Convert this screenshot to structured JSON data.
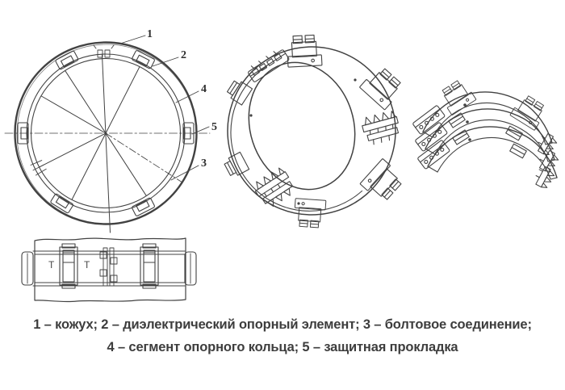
{
  "caption": {
    "line1": "1 – кожух; 2 – диэлектрический опорный элемент; 3 – болтовое соединение;",
    "line2": "4 – сегмент опорного кольца; 5 – защитная прокладка"
  },
  "front_view": {
    "callout_1": "1",
    "callout_2": "2",
    "callout_3": "3",
    "callout_4": "4",
    "callout_5": "5"
  },
  "section_view": {
    "label_t_left": "Т",
    "label_t_right": "Т"
  },
  "colors": {
    "ink": "#424242",
    "paper": "#ffffff",
    "text": "#3d3d3d"
  }
}
